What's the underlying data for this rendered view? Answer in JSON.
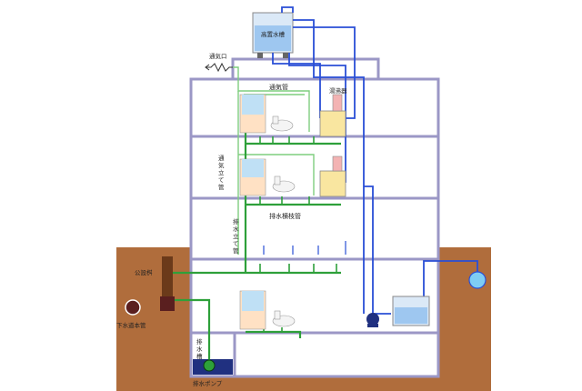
{
  "labels": {
    "high_tank": "高置水槽",
    "vent_port": "通気口",
    "vent_pipe": "通気管",
    "water_heater": "湯沸器",
    "vent_stack_chars": [
      "通",
      "気",
      "立",
      "て",
      "管"
    ],
    "drain_stack_chars": [
      "排",
      "水",
      "立",
      "て",
      "管"
    ],
    "drain_branch": "排水横枝管",
    "public_manhole": "公設桝",
    "sewer_main": "下水道本管",
    "drain_tank_chars": [
      "排",
      "水",
      "槽"
    ],
    "drain_pump": "排水ポンプ"
  },
  "colors": {
    "building": "#9b97c6",
    "ground": "#b06d3c",
    "water_pipe": "#2a4fd6",
    "drain_pipe": "#2ea03a",
    "vent_pipe": "#7fce7f",
    "tank_blue": "#9ec7f0",
    "sewer": "#5a1f1f",
    "pump": "#203080",
    "hot_water": "#f3b3b3",
    "sky_circle": "#7ecdf4"
  }
}
